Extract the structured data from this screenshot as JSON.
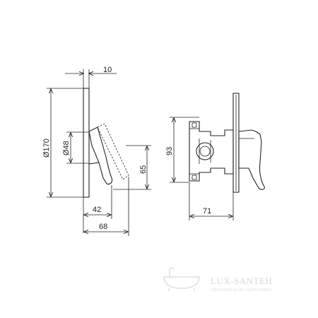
{
  "dimensions": {
    "plate_depth": "10",
    "plate_diameter": "Ø170",
    "handle_diameter": "Ø48",
    "handle_height": "65",
    "handle_projection": "42",
    "overall_projection": "68",
    "body_height": "93",
    "body_depth": "71"
  },
  "watermark": {
    "brand": "LUX-SANTEH",
    "tagline": "ЕВРОПЕЙСКАЯ САНТЕХНИКА"
  }
}
